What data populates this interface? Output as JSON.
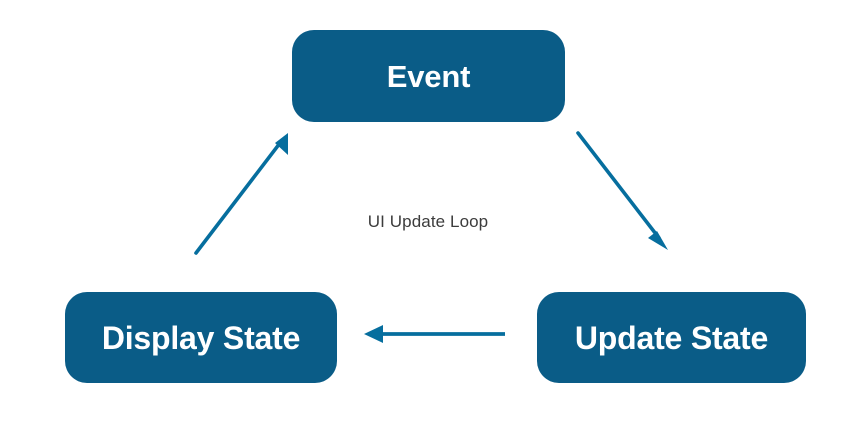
{
  "diagram": {
    "title_label": "UI Update Loop",
    "colors": {
      "node_fill": "#0A5C87",
      "node_text": "#ffffff",
      "arrow": "#066E9E",
      "center_text": "#3c3c3c",
      "background": "#ffffff"
    },
    "nodes": [
      {
        "id": "event",
        "label": "Event"
      },
      {
        "id": "update-state",
        "label": "Update State"
      },
      {
        "id": "display-state",
        "label": "Display State"
      }
    ],
    "edges": [
      {
        "id": "event-to-update",
        "from": "Event",
        "to": "Update State",
        "direction": "down-right"
      },
      {
        "id": "update-to-display",
        "from": "Update State",
        "to": "Display State",
        "direction": "left"
      },
      {
        "id": "display-to-event",
        "from": "Display State",
        "to": "Event",
        "direction": "up-right"
      }
    ]
  }
}
